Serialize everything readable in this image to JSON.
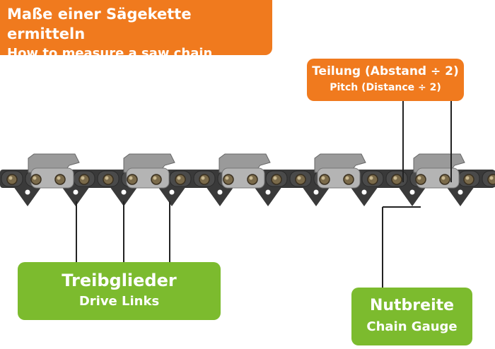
{
  "title": {
    "de": "Maße einer Sägekette ermitteln",
    "en": "How to measure a saw chain"
  },
  "pitch": {
    "de": "Teilung (Abstand ÷ 2)",
    "en": "Pitch (Distance ÷ 2)"
  },
  "drive_links": {
    "de": "Treibglieder",
    "en": "Drive Links"
  },
  "gauge": {
    "de": "Nutbreite",
    "en": "Chain Gauge"
  },
  "colors": {
    "orange": "#f07a1e",
    "green": "#7cbb2e",
    "chain_dark": "#3a3a3a",
    "chain_metal": "#9a9a9a",
    "rivet": "#7a6a4a"
  }
}
